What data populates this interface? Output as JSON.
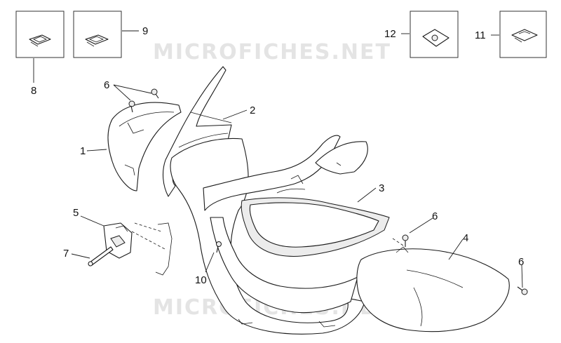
{
  "diagram": {
    "watermark_text": "MICROFICHES.NET",
    "callouts": {
      "c1": "1",
      "c2": "2",
      "c3": "3",
      "c4": "4",
      "c5": "5",
      "c6a": "6",
      "c6b": "6",
      "c6c": "6",
      "c7": "7",
      "c8": "8",
      "c9": "9",
      "c10": "10",
      "c11": "11",
      "c12": "12"
    }
  }
}
